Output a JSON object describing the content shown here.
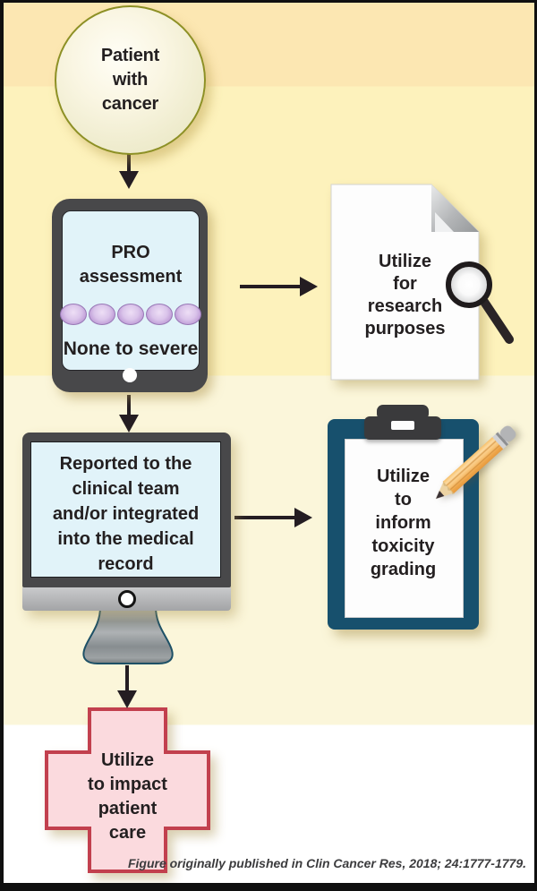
{
  "colors": {
    "band-top": "#fce7b2",
    "band-upper": "#fdf2bc",
    "band-lower": "#fbf6da",
    "band-bottom": "#ffffff",
    "frame-border": "#101010",
    "arrow": "#241d22",
    "circle-border": "#8d9025",
    "device-frame": "#48484a",
    "device-screen": "#e1f3f9",
    "oval-purple": "#bb97d4",
    "clipboard-teal": "#17506d",
    "clip-gray": "#3a3a3c",
    "cross-fill": "#fbdade",
    "cross-border": "#c2404e",
    "text": "#231f20"
  },
  "nodes": {
    "patient": {
      "lines": [
        "Patient",
        "with",
        "cancer"
      ]
    },
    "pro": {
      "lines": [
        "PRO",
        "assessment"
      ],
      "scale_label": "None to severe",
      "scale_dots": 5
    },
    "reported": {
      "lines": [
        "Reported to the",
        "clinical team",
        "and/or integrated",
        "into the medical",
        "record"
      ]
    },
    "research": {
      "lines": [
        "Utilize",
        "for",
        "research",
        "purposes"
      ]
    },
    "toxicity": {
      "lines": [
        "Utilize",
        "to",
        "inform",
        "toxicity",
        "grading"
      ]
    },
    "care": {
      "lines": [
        "Utilize",
        "to impact",
        "patient",
        "care"
      ]
    }
  },
  "citation": "Figure originally published in Clin Cancer Res, 2018; 24:1777-1779."
}
